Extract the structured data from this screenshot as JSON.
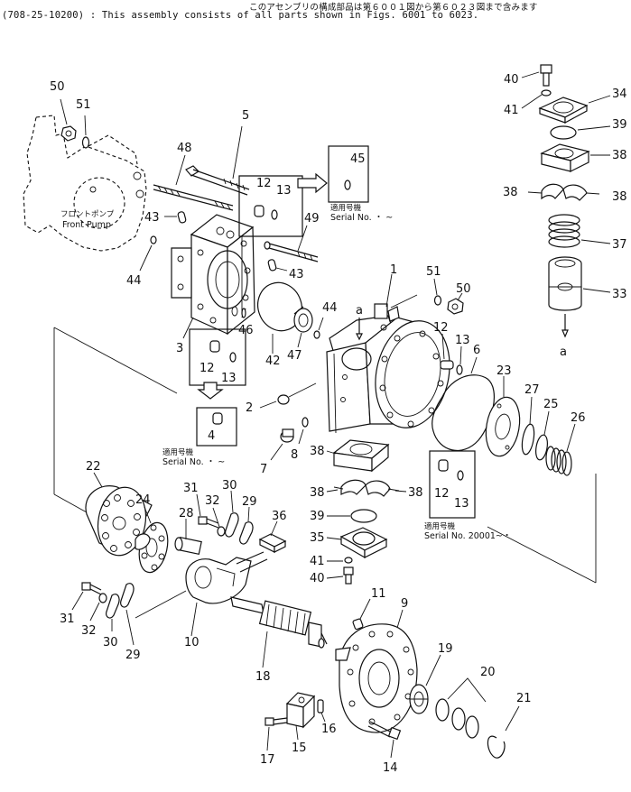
{
  "header": {
    "line1": "このアセンブリの構成部品は第６００１図から第６０２３図まで含みます",
    "line2": "(708-25-10200) : This assembly consists of all parts shown in Figs. 6001 to 6023."
  },
  "labels": {
    "front_pump_jp": "フロントポンプ",
    "front_pump_en": "Front Pump",
    "serial_jp_1": "適用号機",
    "serial_en_1": "Serial No.  ・ ~",
    "serial_jp_2": "適用号機",
    "serial_en_2": "Serial No.  ・  ~",
    "serial_jp_3": "適用号機",
    "serial_en_3": "Serial No. 20001~・",
    "view_a_top": "a",
    "view_a_bottom": "a"
  },
  "part_numbers": {
    "p1": "1",
    "p2": "2",
    "p3": "3",
    "p4": "4",
    "p5": "5",
    "p6": "6",
    "p7": "7",
    "p8": "8",
    "p9": "9",
    "p10": "10",
    "p11": "11",
    "p12a": "12",
    "p12b": "12",
    "p12c": "12",
    "p12d": "12",
    "p13a": "13",
    "p13b": "13",
    "p13c": "13",
    "p13d": "13",
    "p14": "14",
    "p15": "15",
    "p16": "16",
    "p17": "17",
    "p18": "18",
    "p19": "19",
    "p20": "20",
    "p21": "21",
    "p22": "22",
    "p23": "23",
    "p24": "24",
    "p25": "25",
    "p26": "26",
    "p27": "27",
    "p28": "28",
    "p29a": "29",
    "p29b": "29",
    "p30a": "30",
    "p30b": "30",
    "p31a": "31",
    "p31b": "31",
    "p32a": "32",
    "p32b": "32",
    "p33": "33",
    "p34": "34",
    "p35": "35",
    "p36": "36",
    "p37": "37",
    "p38a": "38",
    "p38b": "38",
    "p38c": "38",
    "p38d": "38",
    "p38e": "38",
    "p38f": "38",
    "p39a": "39",
    "p39b": "39",
    "p40a": "40",
    "p40b": "40",
    "p41a": "41",
    "p41b": "41",
    "p42": "42",
    "p43a": "43",
    "p43b": "43",
    "p44a": "44",
    "p44b": "44",
    "p45": "45",
    "p46": "46",
    "p47": "47",
    "p48": "48",
    "p49": "49",
    "p50a": "50",
    "p50b": "50",
    "p51a": "51",
    "p51b": "51"
  }
}
